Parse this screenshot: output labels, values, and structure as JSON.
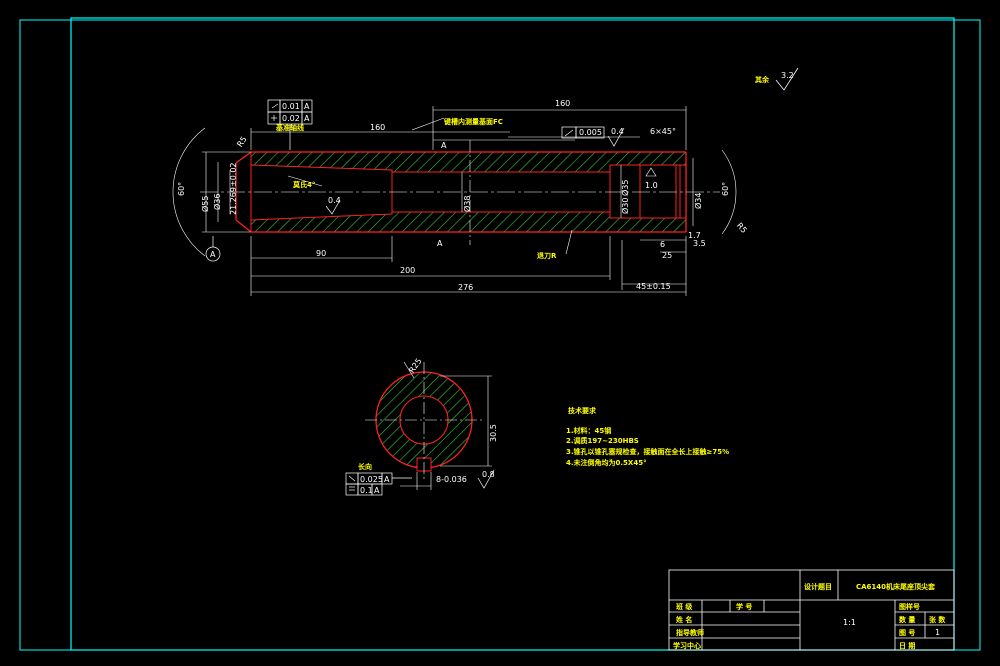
{
  "drawing": {
    "roughness_rest": "其余",
    "roughness_rest_value": "3.2",
    "dimensions": {
      "top_overall": "160",
      "upper_left": "160",
      "bottom_90": "90",
      "bottom_200": "200",
      "bottom_276": "276",
      "bottom_right": "45±0.15",
      "right_6": "6",
      "right_25": "25",
      "right_17": "1.7",
      "right_35": "3.5",
      "angle_left": "60°",
      "angle_right": "60°",
      "dia_55": "Ø55",
      "dia_36": "Ø36",
      "dia_21": "21.269±0.02",
      "dia_38": "Ø38",
      "dia_30": "Ø30",
      "dia_34": "Ø34",
      "dia_right_small": "Ø35",
      "chamfer": "6×45°",
      "tol_roughness_04a": "0.4",
      "tol_roughness_04b": "0.4",
      "tol_roughness_04c": "0.4",
      "taper_label": "莫氏4°",
      "inner_note": "键槽内测量基面FC",
      "tool_note": "退刀R",
      "upper_tick_note": "基准轴线",
      "section_a_top": "A",
      "section_a_bottom": "A",
      "datum_a": "A",
      "r_note_left": "R5",
      "r_note_right": "R5",
      "c10": "1.0"
    },
    "gdt": {
      "frame_left_1_value": "0.01",
      "frame_left_1_datum": "A",
      "frame_left_2_value": "0.02",
      "frame_left_2_datum": "A",
      "frame_top_value": "0.005",
      "frame_section_1_value": "0.025",
      "frame_section_1_datum": "A",
      "frame_section_2_value": "0.1",
      "frame_section_2_datum": "A"
    },
    "section": {
      "title": "长向",
      "dim_vertical": "30.5",
      "dim_width": "8",
      "dim_right": "0.8",
      "dim_r": "R25",
      "dim_key": "8-0.036"
    },
    "tech_req": {
      "title": "技术要求",
      "lines": [
        "1.材料：45钢",
        "2.调质197~230HBS",
        "3.锥孔以锥孔塞规检查，接触面在全长上接触≥75%",
        "4.未注倒角均为0.5X45°"
      ]
    },
    "title_block": {
      "designer_label": "设计题目",
      "title": "CA6140机床尾座顶尖套",
      "scale": "1:1",
      "drawing_no_label": "图样号",
      "row1": [
        "班 级",
        "",
        "学 号",
        ""
      ],
      "row2": [
        "姓 名",
        "",
        "",
        ""
      ],
      "row3": [
        "指导教师",
        ""
      ],
      "row4": [
        "学习中心",
        ""
      ],
      "sheet_label": "图 号",
      "sheet_value": "1",
      "date_label": "日 期",
      "qty_label": "数 量",
      "num_label": "张 数"
    }
  }
}
